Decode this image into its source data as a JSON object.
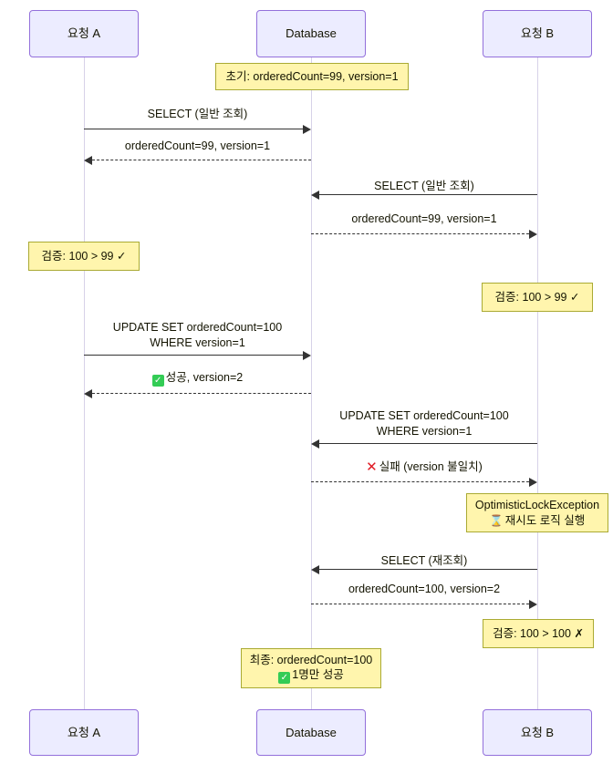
{
  "diagram": {
    "title": "Optimistic Lock Sequence Diagram",
    "type": "sequence",
    "colors": {
      "actor_fill": "#ececff",
      "actor_border": "#9370db",
      "note_fill": "#fff5ad",
      "note_border": "#aaaa33",
      "lifeline": "#d7d2e8",
      "arrow": "#333333",
      "success_green": "#33cc55",
      "failure_red": "#e01b24"
    }
  },
  "participants": [
    {
      "id": "a",
      "label": "요청 A"
    },
    {
      "id": "db",
      "label": "Database"
    },
    {
      "id": "b",
      "label": "요청 B"
    }
  ],
  "participants_bottom": [
    {
      "id": "a",
      "label": "요청 A"
    },
    {
      "id": "db",
      "label": "Database"
    },
    {
      "id": "b",
      "label": "요청 B"
    }
  ],
  "notes": [
    {
      "id": "note-initial",
      "over": "db",
      "lines": [
        "초기: orderedCount=99, version=1"
      ]
    },
    {
      "id": "note-verify-a",
      "over": "a",
      "lines": [
        "검증: 100 > 99 ✓"
      ]
    },
    {
      "id": "note-verify-b",
      "over": "b",
      "lines": [
        "검증: 100 > 99 ✓"
      ]
    },
    {
      "id": "note-exception",
      "over": "b",
      "lines": [
        "OptimisticLockException",
        "재시도 로직 실행"
      ]
    },
    {
      "id": "note-verify-b2",
      "over": "b",
      "lines": [
        "검증: 100 > 100 ✗"
      ]
    },
    {
      "id": "note-final",
      "over": "db",
      "lines": [
        "최종: orderedCount=100",
        "1명만 성공"
      ]
    }
  ],
  "messages": [
    {
      "id": "msg-a-select",
      "from": "a",
      "to": "db",
      "style": "solid",
      "direction": "right",
      "lines": [
        "SELECT (일반 조회)"
      ]
    },
    {
      "id": "msg-db-reply-a",
      "from": "db",
      "to": "a",
      "style": "dashed",
      "direction": "left",
      "lines": [
        "orderedCount=99, version=1"
      ]
    },
    {
      "id": "msg-b-select",
      "from": "b",
      "to": "db",
      "style": "solid",
      "direction": "left",
      "lines": [
        "SELECT (일반 조회)"
      ]
    },
    {
      "id": "msg-db-reply-b",
      "from": "db",
      "to": "b",
      "style": "dashed",
      "direction": "right",
      "lines": [
        "orderedCount=99, version=1"
      ]
    },
    {
      "id": "msg-a-update",
      "from": "a",
      "to": "db",
      "style": "solid",
      "direction": "right",
      "lines": [
        "UPDATE SET orderedCount=100",
        "WHERE version=1"
      ]
    },
    {
      "id": "msg-db-success-a",
      "from": "db",
      "to": "a",
      "style": "dashed",
      "direction": "left",
      "lines": [
        "성공, version=2"
      ],
      "glyph": "success-check"
    },
    {
      "id": "msg-b-update",
      "from": "b",
      "to": "db",
      "style": "solid",
      "direction": "left",
      "lines": [
        "UPDATE SET orderedCount=100",
        "WHERE version=1"
      ]
    },
    {
      "id": "msg-db-fail-b",
      "from": "db",
      "to": "b",
      "style": "dashed",
      "direction": "right",
      "lines": [
        "실패 (version 불일치)"
      ],
      "glyph": "failure-x"
    },
    {
      "id": "msg-b-reselect",
      "from": "b",
      "to": "db",
      "style": "solid",
      "direction": "left",
      "lines": [
        "SELECT (재조회)"
      ]
    },
    {
      "id": "msg-db-reply-b2",
      "from": "db",
      "to": "b",
      "style": "dashed",
      "direction": "right",
      "lines": [
        "orderedCount=100, version=2"
      ]
    }
  ],
  "labels": {
    "note_initial_text": "초기: orderedCount=99, version=1",
    "note_verify_a_text": "검증: 100 > 99 ✓",
    "note_verify_b_text": "검증: 100 > 99 ✓",
    "note_exception_line1": "OptimisticLockException",
    "note_exception_line2": "재시도 로직 실행",
    "note_verify_b2_text": "검증: 100 > 100 ✗",
    "note_final_line1": "최종: orderedCount=100",
    "note_final_line2": "1명만 성공",
    "msg_a_select": "SELECT (일반 조회)",
    "msg_db_reply_a": "orderedCount=99, version=1",
    "msg_b_select": "SELECT (일반 조회)",
    "msg_db_reply_b": "orderedCount=99, version=1",
    "msg_a_update_l1": "UPDATE SET orderedCount=100",
    "msg_a_update_l2": "WHERE version=1",
    "msg_db_success_a": "성공, version=2",
    "msg_b_update_l1": "UPDATE SET orderedCount=100",
    "msg_b_update_l2": "WHERE version=1",
    "msg_db_fail_b": "실패 (version 불일치)",
    "msg_b_reselect": "SELECT (재조회)",
    "msg_db_reply_b2": "orderedCount=100, version=2",
    "check_glyph": "✓",
    "x_glyph": "✕",
    "hourglass_glyph": "⌛"
  }
}
